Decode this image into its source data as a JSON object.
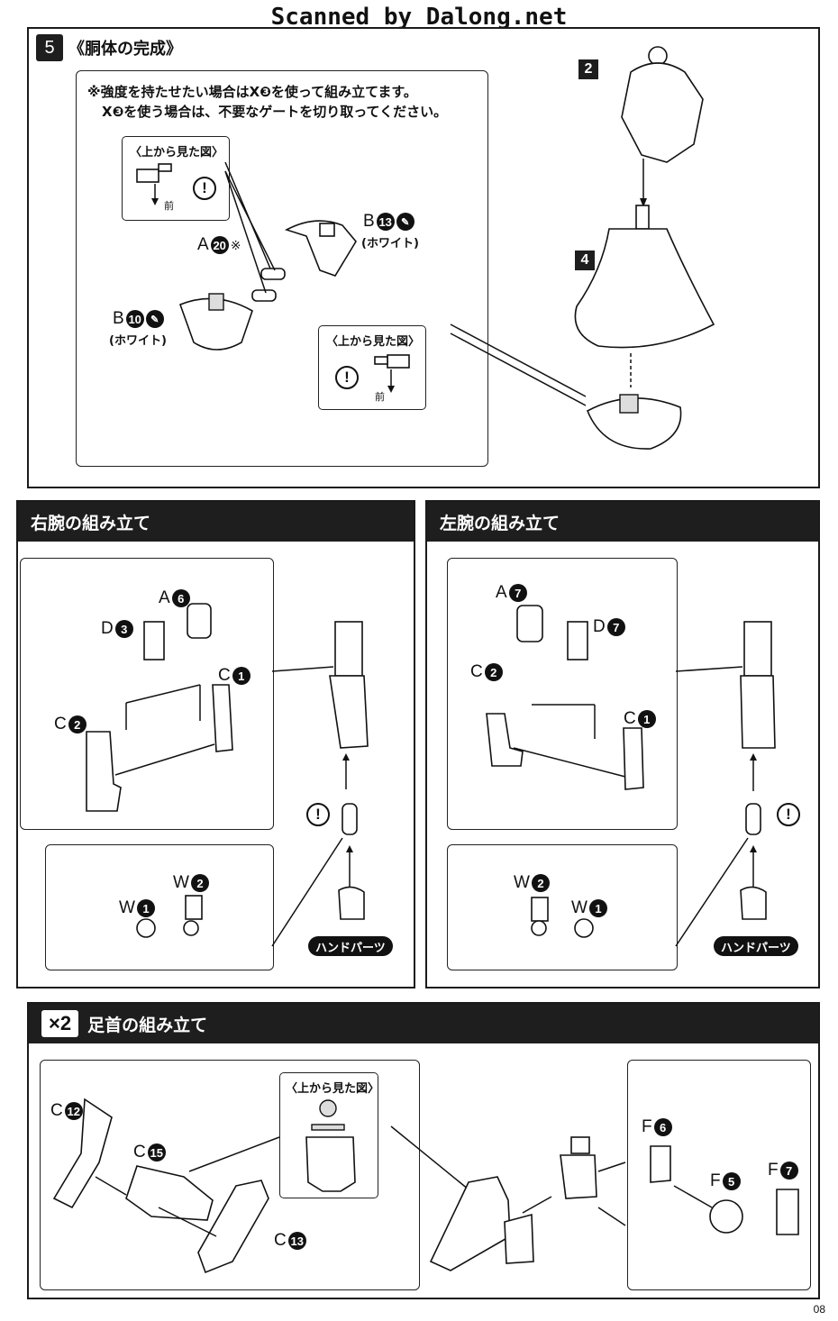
{
  "watermark": "Scanned by Dalong.net",
  "page_number": "08",
  "section5": {
    "step": "5",
    "title": "《胴体の完成》",
    "note_line1": "※強度を持たせたい場合はX❸を使って組み立てます。",
    "note_line2": "X❸を使う場合は、不要なゲートを切り取ってください。",
    "top_view_label": "〈上から見た図〉",
    "front_label": "前",
    "warning_symbol": "!",
    "label_a": "A",
    "label_a_num": "20",
    "label_a_mark": "※",
    "label_b1": "B",
    "label_b1_num": "13",
    "label_b1_color": "(ホワイト)",
    "label_b2": "B",
    "label_b2_num": "10",
    "label_b2_color": "(ホワイト)",
    "ref_2": "2",
    "ref_4": "4"
  },
  "right_arm": {
    "title": "右腕の組み立て",
    "labels": [
      {
        "letter": "A",
        "num": "6"
      },
      {
        "letter": "D",
        "num": "3"
      },
      {
        "letter": "C",
        "num": "1"
      },
      {
        "letter": "C",
        "num": "2"
      },
      {
        "letter": "W",
        "num": "2"
      },
      {
        "letter": "W",
        "num": "1"
      }
    ],
    "hand_parts": "ハンドパーツ",
    "warning_symbol": "!"
  },
  "left_arm": {
    "title": "左腕の組み立て",
    "labels": [
      {
        "letter": "A",
        "num": "7"
      },
      {
        "letter": "D",
        "num": "7"
      },
      {
        "letter": "C",
        "num": "2"
      },
      {
        "letter": "C",
        "num": "1"
      },
      {
        "letter": "W",
        "num": "2"
      },
      {
        "letter": "W",
        "num": "1"
      }
    ],
    "hand_parts": "ハンドパーツ",
    "warning_symbol": "!"
  },
  "ankle": {
    "multiplier": "×2",
    "title": "足首の組み立て",
    "top_view_label": "〈上から見た図〉",
    "labels": [
      {
        "letter": "C",
        "num": "12"
      },
      {
        "letter": "C",
        "num": "15"
      },
      {
        "letter": "C",
        "num": "13"
      },
      {
        "letter": "F",
        "num": "6"
      },
      {
        "letter": "F",
        "num": "5"
      },
      {
        "letter": "F",
        "num": "7"
      }
    ]
  }
}
